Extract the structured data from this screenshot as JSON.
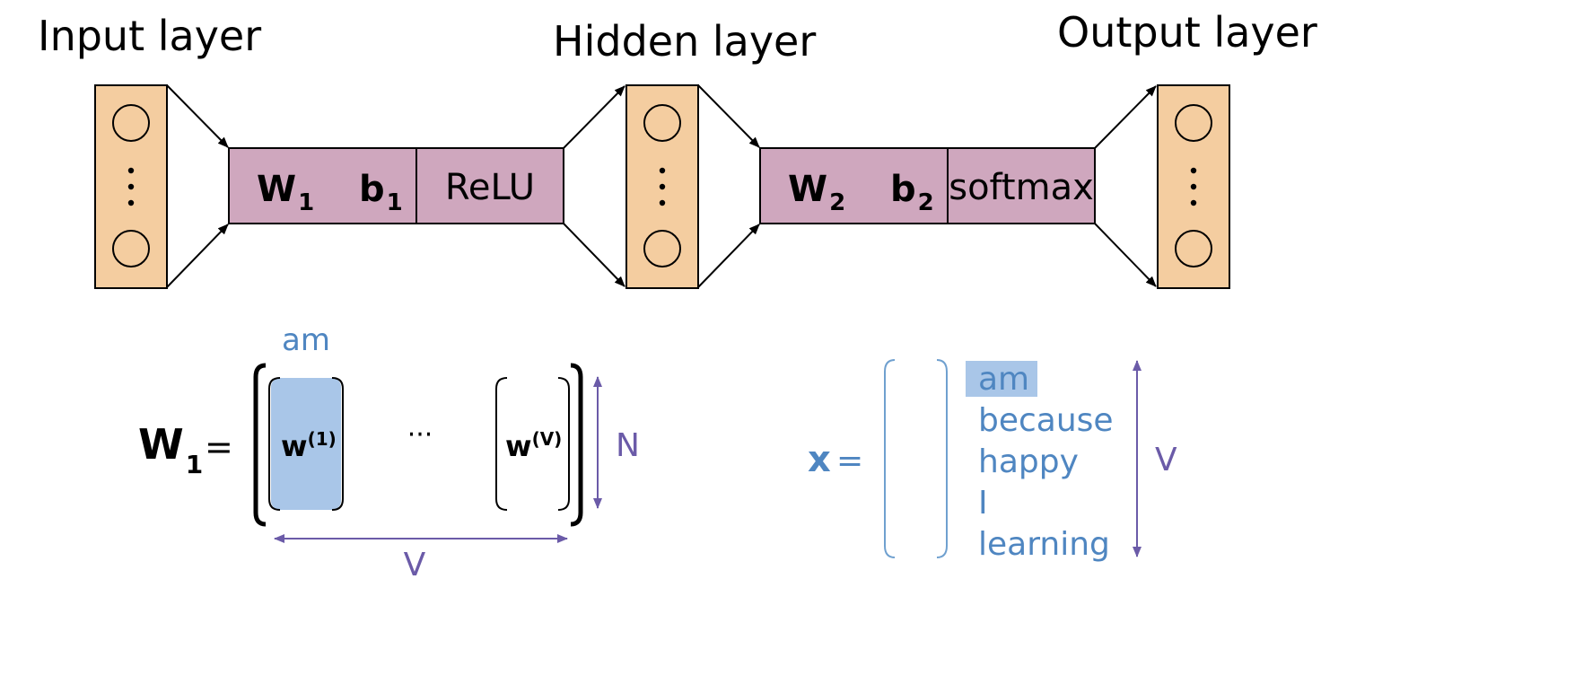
{
  "diagram": {
    "layers": {
      "input_title": "Input layer",
      "hidden_title": "Hidden layer",
      "output_title": "Output layer"
    },
    "ops1": {
      "w": "W",
      "w_sub": "1",
      "b": "b",
      "b_sub": "1",
      "activation": "ReLU"
    },
    "ops2": {
      "w": "W",
      "w_sub": "2",
      "b": "b",
      "b_sub": "2",
      "activation": "softmax"
    },
    "neuron_ellipsis": "⋮"
  },
  "w1_matrix": {
    "lhs": "W",
    "lhs_sub": "1",
    "equals": "=",
    "column_label": "am",
    "first_col": "w",
    "first_col_sup": "(1)",
    "ellipsis": "···",
    "last_col": "w",
    "last_col_sup": "(V)",
    "height_label": "N",
    "width_label": "V"
  },
  "x_vector": {
    "lhs": "x",
    "equals": "=",
    "vocab": [
      "am",
      "because",
      "happy",
      "I",
      "learning"
    ],
    "highlighted_index": 0,
    "height_label": "V"
  },
  "colors": {
    "layer_fill": "#f4cda0",
    "op_fill": "#cfa7be",
    "highlight_blue": "#a9c6e8",
    "word_blue": "#4f86c1",
    "dimension_purple": "#6b5ba8"
  }
}
